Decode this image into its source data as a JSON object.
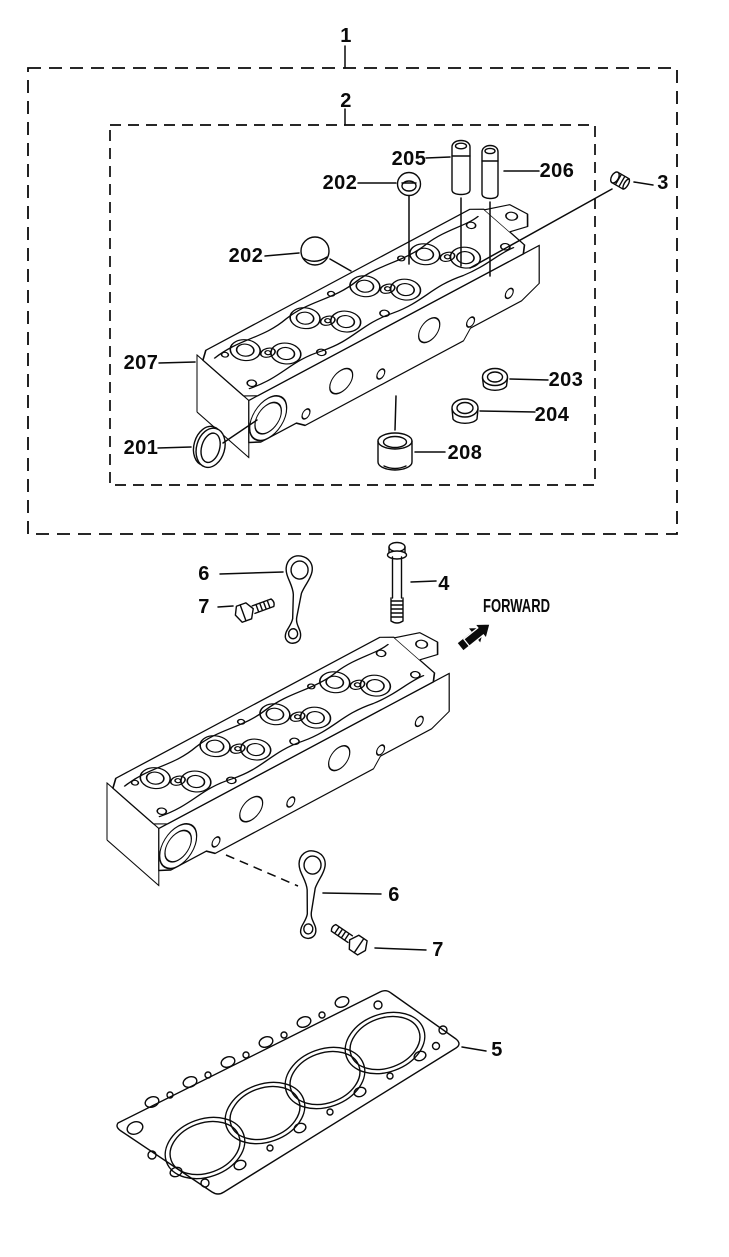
{
  "page": {
    "paper_color": "#ffffff",
    "ink_color": "#0a0a0a"
  },
  "boxes": [
    {
      "id": "assembly-group",
      "label": "1"
    },
    {
      "id": "cylinder-head-subassembly",
      "label": "2"
    }
  ],
  "callouts": [
    {
      "id": "part-205",
      "label": "205"
    },
    {
      "id": "part-202-top",
      "label": "202"
    },
    {
      "id": "part-206",
      "label": "206"
    },
    {
      "id": "part-3",
      "label": "3"
    },
    {
      "id": "part-202-left",
      "label": "202"
    },
    {
      "id": "part-207",
      "label": "207"
    },
    {
      "id": "part-201",
      "label": "201"
    },
    {
      "id": "part-203",
      "label": "203"
    },
    {
      "id": "part-204",
      "label": "204"
    },
    {
      "id": "part-208",
      "label": "208"
    },
    {
      "id": "part-6-upper",
      "label": "6"
    },
    {
      "id": "part-7-upper",
      "label": "7"
    },
    {
      "id": "part-4",
      "label": "4"
    },
    {
      "id": "part-6-lower",
      "label": "6"
    },
    {
      "id": "part-7-lower",
      "label": "7"
    },
    {
      "id": "part-5",
      "label": "5"
    }
  ],
  "forward": {
    "label": "FORWARD"
  }
}
